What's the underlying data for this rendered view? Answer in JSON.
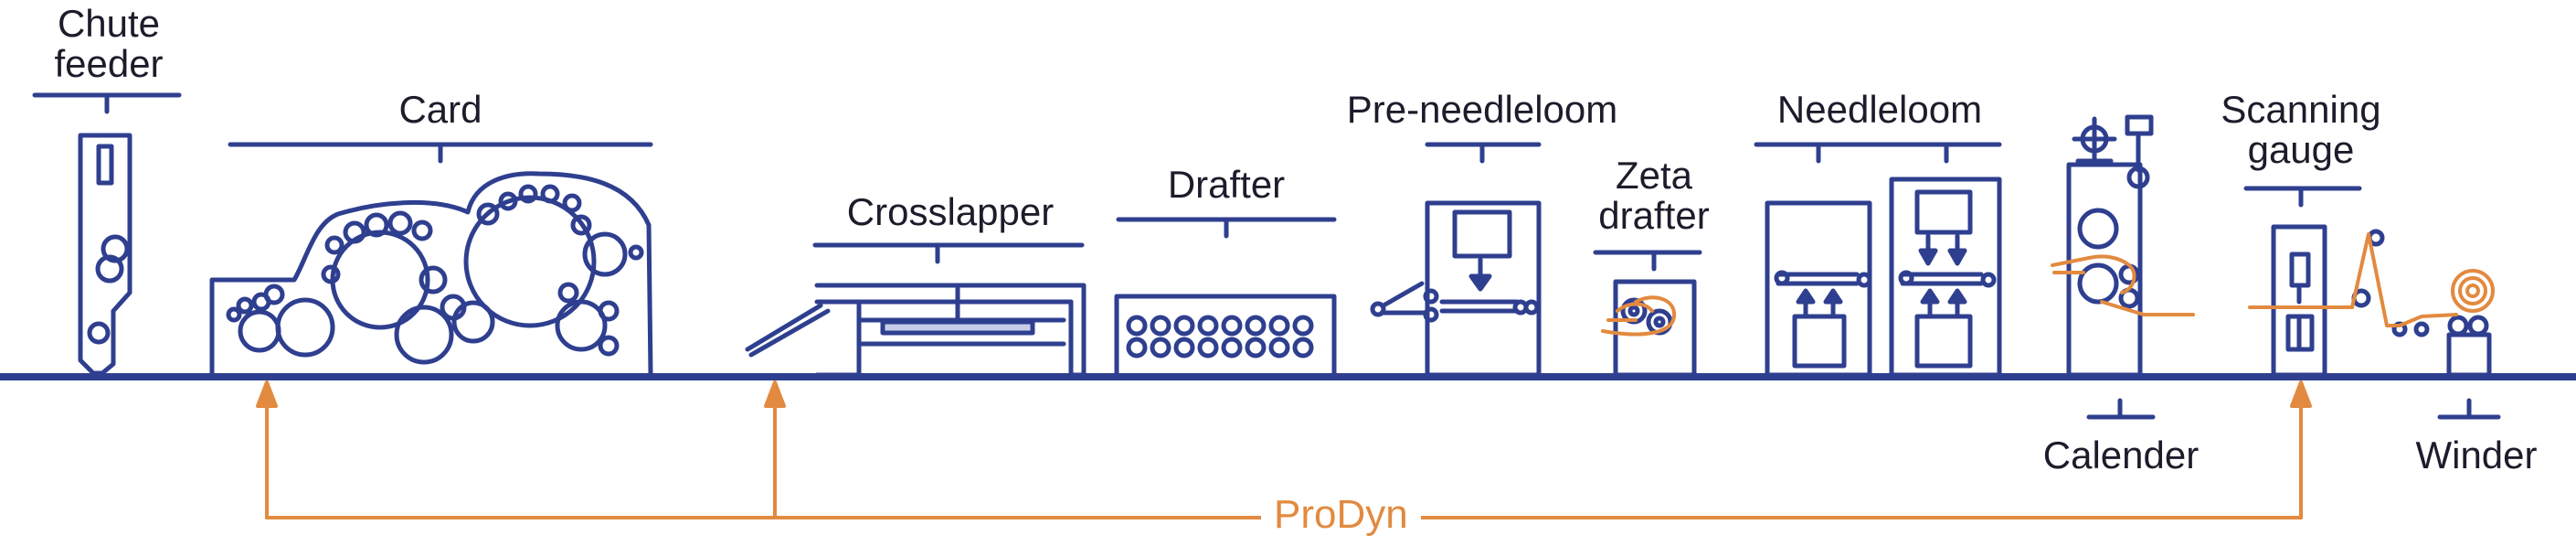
{
  "labels": {
    "chute_feeder": "Chute\nfeeder",
    "card": "Card",
    "crosslapper": "Crosslapper",
    "drafter": "Drafter",
    "pre_needleloom": "Pre-needleloom",
    "zeta_drafter": "Zeta\ndrafter",
    "needleloom": "Needleloom",
    "scanning_gauge": "Scanning\ngauge",
    "calender": "Calender",
    "winder": "Winder",
    "prodyn": "ProDyn"
  },
  "colors": {
    "machine": "#2f3f8f",
    "accent": "#e28a3f",
    "text": "#1c1c2b"
  }
}
